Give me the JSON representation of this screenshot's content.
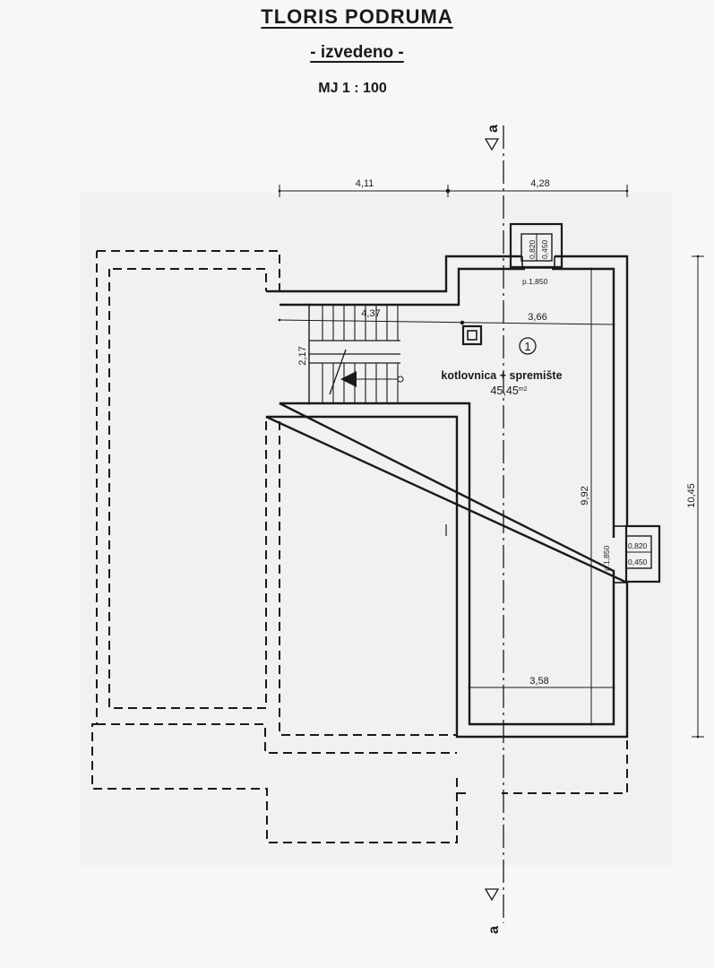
{
  "header": {
    "title": "TLORIS PODRUMA",
    "subtitle": "- izvedeno -",
    "scale": "MJ  1 : 100"
  },
  "section_marker": {
    "top_label": "a",
    "bottom_label": "a"
  },
  "dimensions": {
    "top_left": "4,11",
    "top_right": "4,28",
    "stair_length": "4,37",
    "room_width_top": "3,66",
    "stair_height": "2,17",
    "room_length": "9,92",
    "room_width_bottom": "3,58",
    "total_height": "10,45"
  },
  "room": {
    "number": "1",
    "name": "kotlovnica + spremište",
    "area": "45,45",
    "area_unit": "m2"
  },
  "chimney_symbol": "⊠",
  "windows": {
    "top": {
      "width": "0,820",
      "height": "0,450",
      "sill": "p.1,850"
    },
    "right": {
      "width": "0,820",
      "height": "0,450",
      "sill": "p.1,850"
    }
  }
}
